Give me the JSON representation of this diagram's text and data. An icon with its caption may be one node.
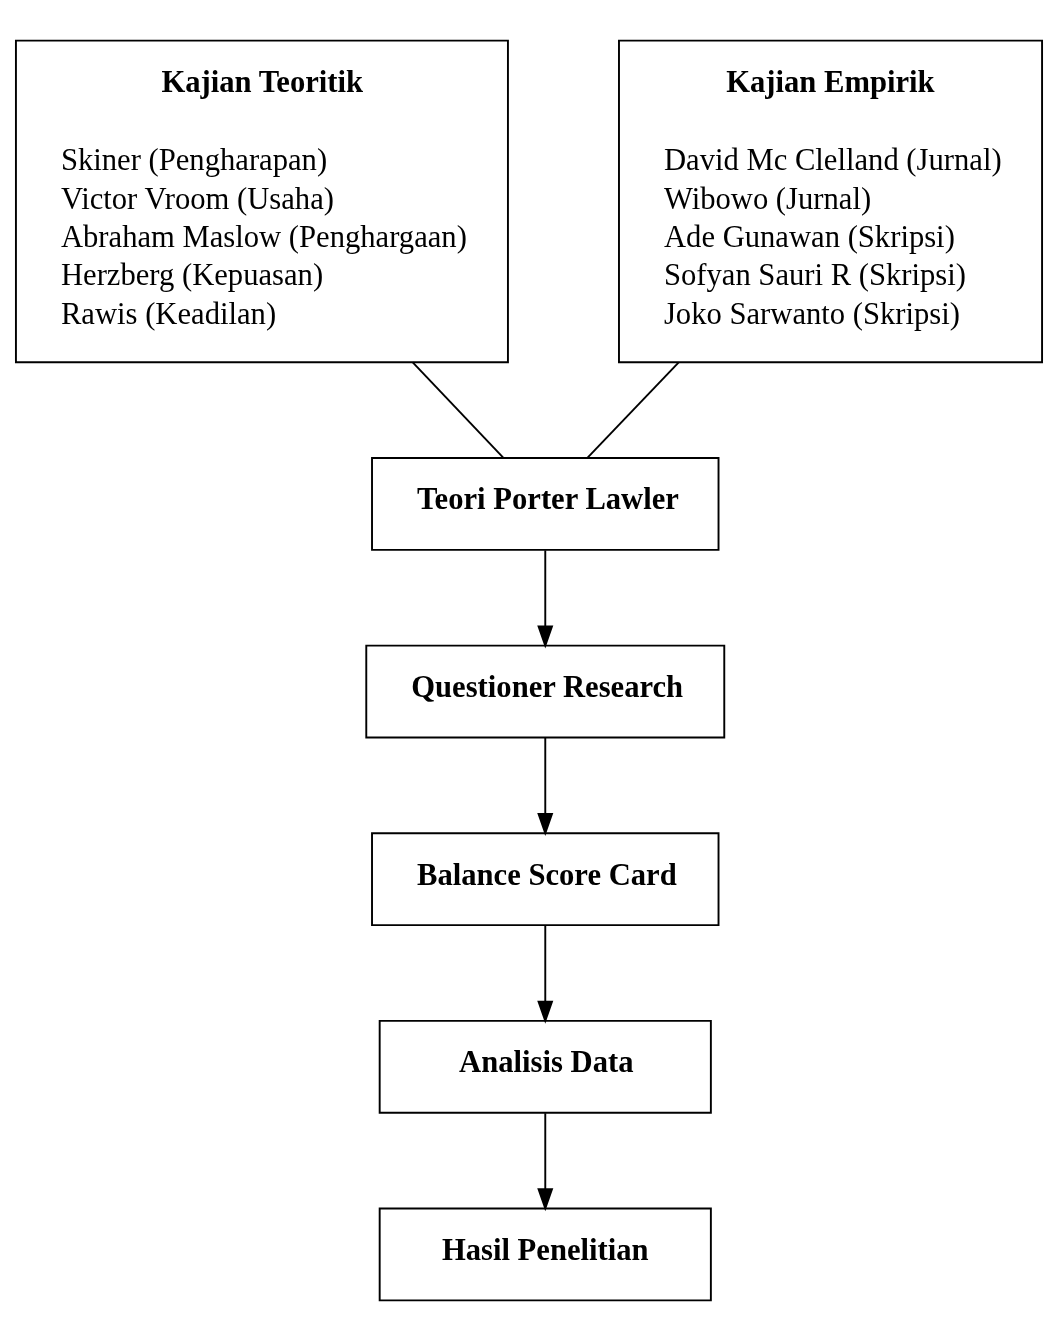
{
  "diagram": {
    "nodes": [
      {
        "text": [
          "Kajian Teoritik",
          "Skiner (Pengharapan)",
          "Victor Vroom (Usaha)",
          "Abraham Maslow (Penghargaan)",
          "Herzberg (Kepuasan)",
          "Rawis (Keadilan)"
        ]
      },
      {
        "text": [
          "Kajian Empirik",
          "David Mc Clelland (Jurnal)",
          "Wibowo (Jurnal)",
          "Ade Gunawan (Skripsi)",
          "Sofyan Sauri R (Skripsi)",
          "Joko Sarwanto (Skripsi)"
        ]
      },
      {
        "text": [
          "Teori Porter Lawler"
        ]
      },
      {
        "text": [
          "Questioner Research"
        ]
      },
      {
        "text": [
          "Balance Score Card"
        ]
      },
      {
        "text": [
          "Analisis Data"
        ]
      },
      {
        "text": [
          "Hasil Penelitian"
        ]
      }
    ],
    "edges": [
      {
        "from": 0,
        "to": 2,
        "arrow": "none"
      },
      {
        "from": 1,
        "to": 2,
        "arrow": "none"
      },
      {
        "from": 2,
        "to": 3,
        "arrow": "to"
      },
      {
        "from": 3,
        "to": 4,
        "arrow": "to"
      },
      {
        "from": 4,
        "to": 5,
        "arrow": "to"
      },
      {
        "from": 5,
        "to": 6,
        "arrow": "to"
      }
    ]
  }
}
